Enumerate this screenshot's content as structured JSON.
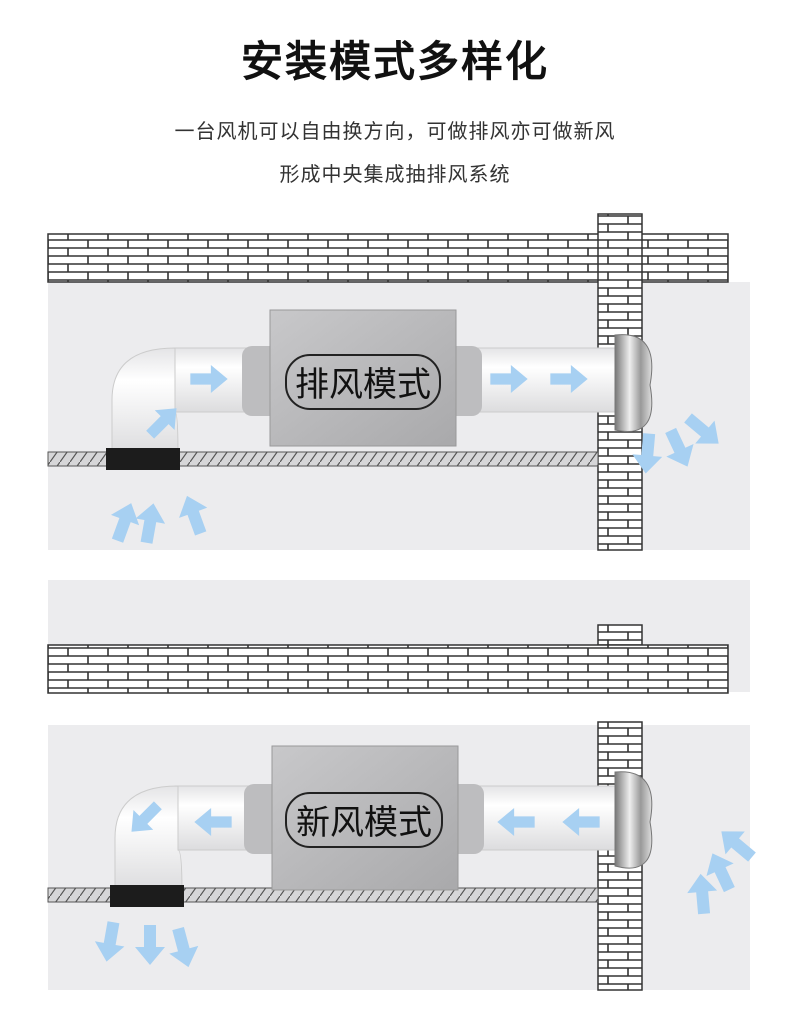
{
  "header": {
    "title": "安装模式多样化",
    "subtitle_line1": "一台风机可以自由换方向，可做排风亦可做新风",
    "subtitle_line2": "形成中央集成抽排风系统"
  },
  "diagrams": {
    "exhaust_mode": {
      "label": "排风模式"
    },
    "fresh_air_mode": {
      "label": "新风模式"
    }
  },
  "colors": {
    "arrow": "#a7d0f2",
    "wall": "#ececee",
    "box": "#b9b9bb"
  }
}
